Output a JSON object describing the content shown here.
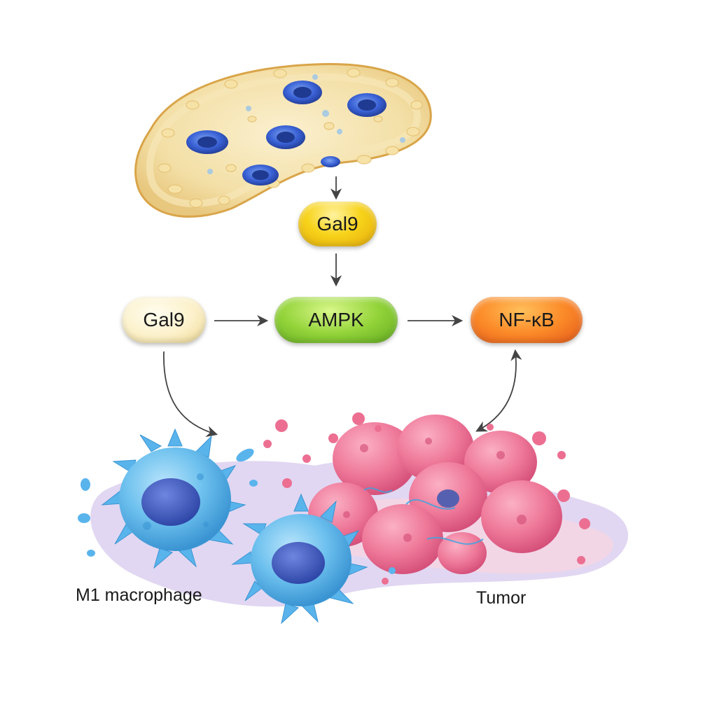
{
  "nodes": {
    "gal9_top": "Gal9",
    "gal9_left": "Gal9",
    "ampk": "AMPK",
    "nfkb": "NF-κB"
  },
  "labels": {
    "m1_macrophage": "M1 macrophage",
    "tumor": "Tumor"
  },
  "colors": {
    "gal9_top": "#f7d31a",
    "gal9_left": "#fbf0c8",
    "ampk": "#94d43a",
    "nfkb": "#fb8a28",
    "macrophage": "#5ab4ec",
    "tumor": "#ec6f92",
    "arrow": "#444444"
  },
  "edges": [
    {
      "from": "source-cell",
      "to": "gal9_top"
    },
    {
      "from": "gal9_top",
      "to": "ampk"
    },
    {
      "from": "gal9_left",
      "to": "ampk"
    },
    {
      "from": "ampk",
      "to": "nfkb"
    },
    {
      "from": "gal9_left",
      "to": "m1_macrophage"
    },
    {
      "from": "nfkb",
      "to": "tumor",
      "bidirectional": true
    }
  ]
}
